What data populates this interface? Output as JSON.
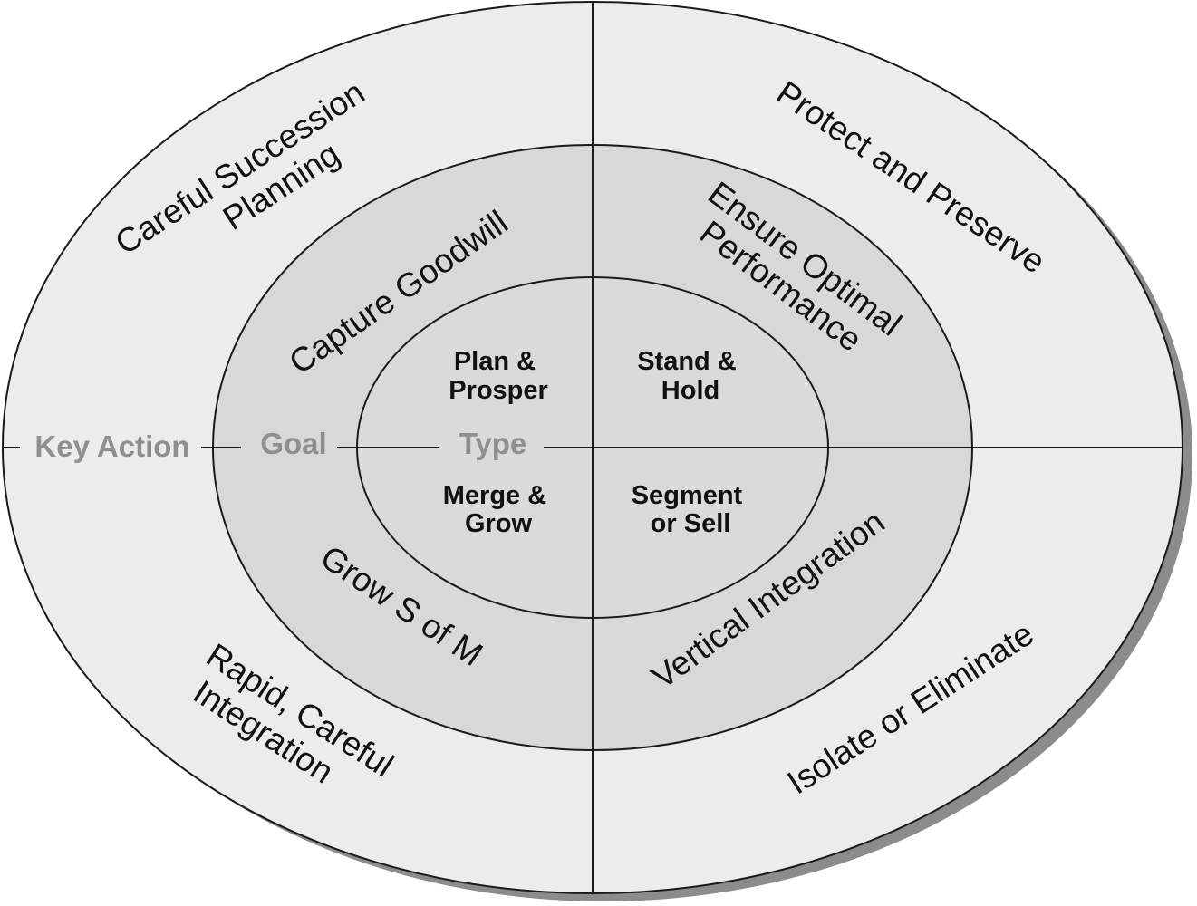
{
  "axis_labels": {
    "key_action": "Key Action",
    "goal": "Goal",
    "type": "Type"
  },
  "outer_ring": {
    "top_left": [
      "Careful Succession",
      "Planning"
    ],
    "top_right": "Protect and Preserve",
    "bottom_left": [
      "Rapid, Careful",
      "Integration"
    ],
    "bottom_right": "Isolate or Eliminate"
  },
  "middle_ring": {
    "top_left": "Capture Goodwill",
    "top_right": [
      "Ensure Optimal",
      "Performance"
    ],
    "bottom_left": "Grow S of M",
    "bottom_right": "Vertical Integration"
  },
  "inner_ring": {
    "top_left": [
      "Plan &",
      "Prosper"
    ],
    "top_right": [
      "Stand &",
      "Hold"
    ],
    "bottom_left": [
      "Merge &",
      "Grow"
    ],
    "bottom_right": [
      "Segment",
      "or Sell"
    ]
  },
  "colors": {
    "outer_fill": "#ececec",
    "middle_fill": "#d8d8d8",
    "inner_fill": "#dadada",
    "shadow": "#8c8c8c",
    "stroke": "#1a1a1a",
    "axis_text": "#8f8f8f"
  }
}
